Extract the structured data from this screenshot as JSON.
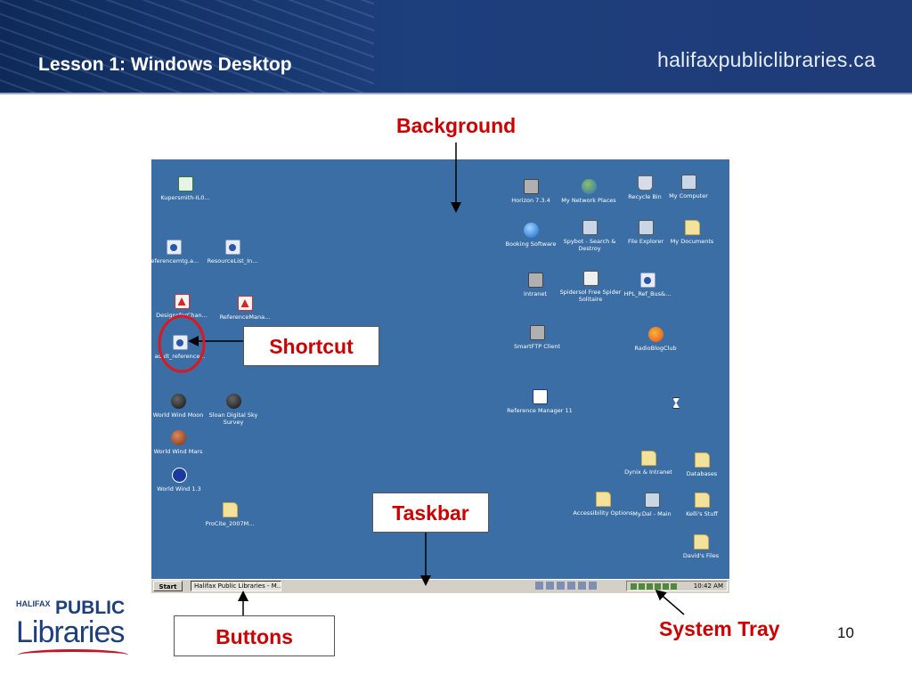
{
  "header": {
    "title": "Lesson 1: Windows Desktop",
    "site": "halifaxpubliclibraries.ca"
  },
  "labels": {
    "background": "Background",
    "shortcut": "Shortcut",
    "taskbar": "Taskbar",
    "buttons": "Buttons",
    "system_tray": "System Tray",
    "page_number": "10"
  },
  "logo": {
    "small": "HALIFAX",
    "public": "PUBLIC",
    "libraries": "Libraries"
  },
  "desktop_icons": [
    {
      "label": "Kupersmith-IL0...",
      "icon": "excel-file-icon"
    },
    {
      "label": "referencemtg.a...",
      "icon": "document-icon"
    },
    {
      "label": "ResourceList_In...",
      "icon": "document-icon"
    },
    {
      "label": "DesignsforChan...",
      "icon": "pdf-icon"
    },
    {
      "label": "ReferenceMana...",
      "icon": "pdf-icon"
    },
    {
      "label": "adult_reference...",
      "icon": "document-icon"
    },
    {
      "label": "World Wind Moon",
      "icon": "moon-icon"
    },
    {
      "label": "Sloan Digital Sky Survey",
      "icon": "sky-icon"
    },
    {
      "label": "World Wind Mars",
      "icon": "mars-icon"
    },
    {
      "label": "World Wind 1.3",
      "icon": "nasa-icon"
    },
    {
      "label": "ProCite_2007M...",
      "icon": "folder-icon"
    },
    {
      "label": "Horizon 7.3.4",
      "icon": "horizon-icon"
    },
    {
      "label": "My Network Places",
      "icon": "network-places-icon"
    },
    {
      "label": "Recycle Bin",
      "icon": "recycle-bin-icon"
    },
    {
      "label": "My Computer",
      "icon": "my-computer-icon"
    },
    {
      "label": "Booking Software",
      "icon": "internet-explorer-icon"
    },
    {
      "label": "Spybot - Search & Destroy",
      "icon": "spybot-icon"
    },
    {
      "label": "File Explorer",
      "icon": "file-explorer-icon"
    },
    {
      "label": "My Documents",
      "icon": "my-documents-icon"
    },
    {
      "label": "Intranet",
      "icon": "intranet-icon"
    },
    {
      "label": "Spidersol Free Spider Solitaire",
      "icon": "spider-icon"
    },
    {
      "label": "HPL_Ref_Bus&...",
      "icon": "document-icon"
    },
    {
      "label": "SmartFTP Client",
      "icon": "ftp-icon"
    },
    {
      "label": "RadioBlogClub",
      "icon": "firefox-icon"
    },
    {
      "label": "Reference Manager 11",
      "icon": "reference-manager-icon"
    },
    {
      "label": "Dynix & Intranet",
      "icon": "folder-icon"
    },
    {
      "label": "Databases",
      "icon": "folder-icon"
    },
    {
      "label": "Accessibility Options",
      "icon": "folder-icon"
    },
    {
      "label": "My.Dal - Main",
      "icon": "mail-icon"
    },
    {
      "label": "Kelli's Stuff",
      "icon": "folder-icon"
    },
    {
      "label": "David's Files",
      "icon": "folder-icon"
    }
  ],
  "taskbar": {
    "start": "Start",
    "task": "Halifax Public Libraries - M...",
    "time": "10:42 AM"
  },
  "colors": {
    "header": "#1d3f7c",
    "desktop": "#3a6ea5",
    "label_red": "#cc0000"
  }
}
